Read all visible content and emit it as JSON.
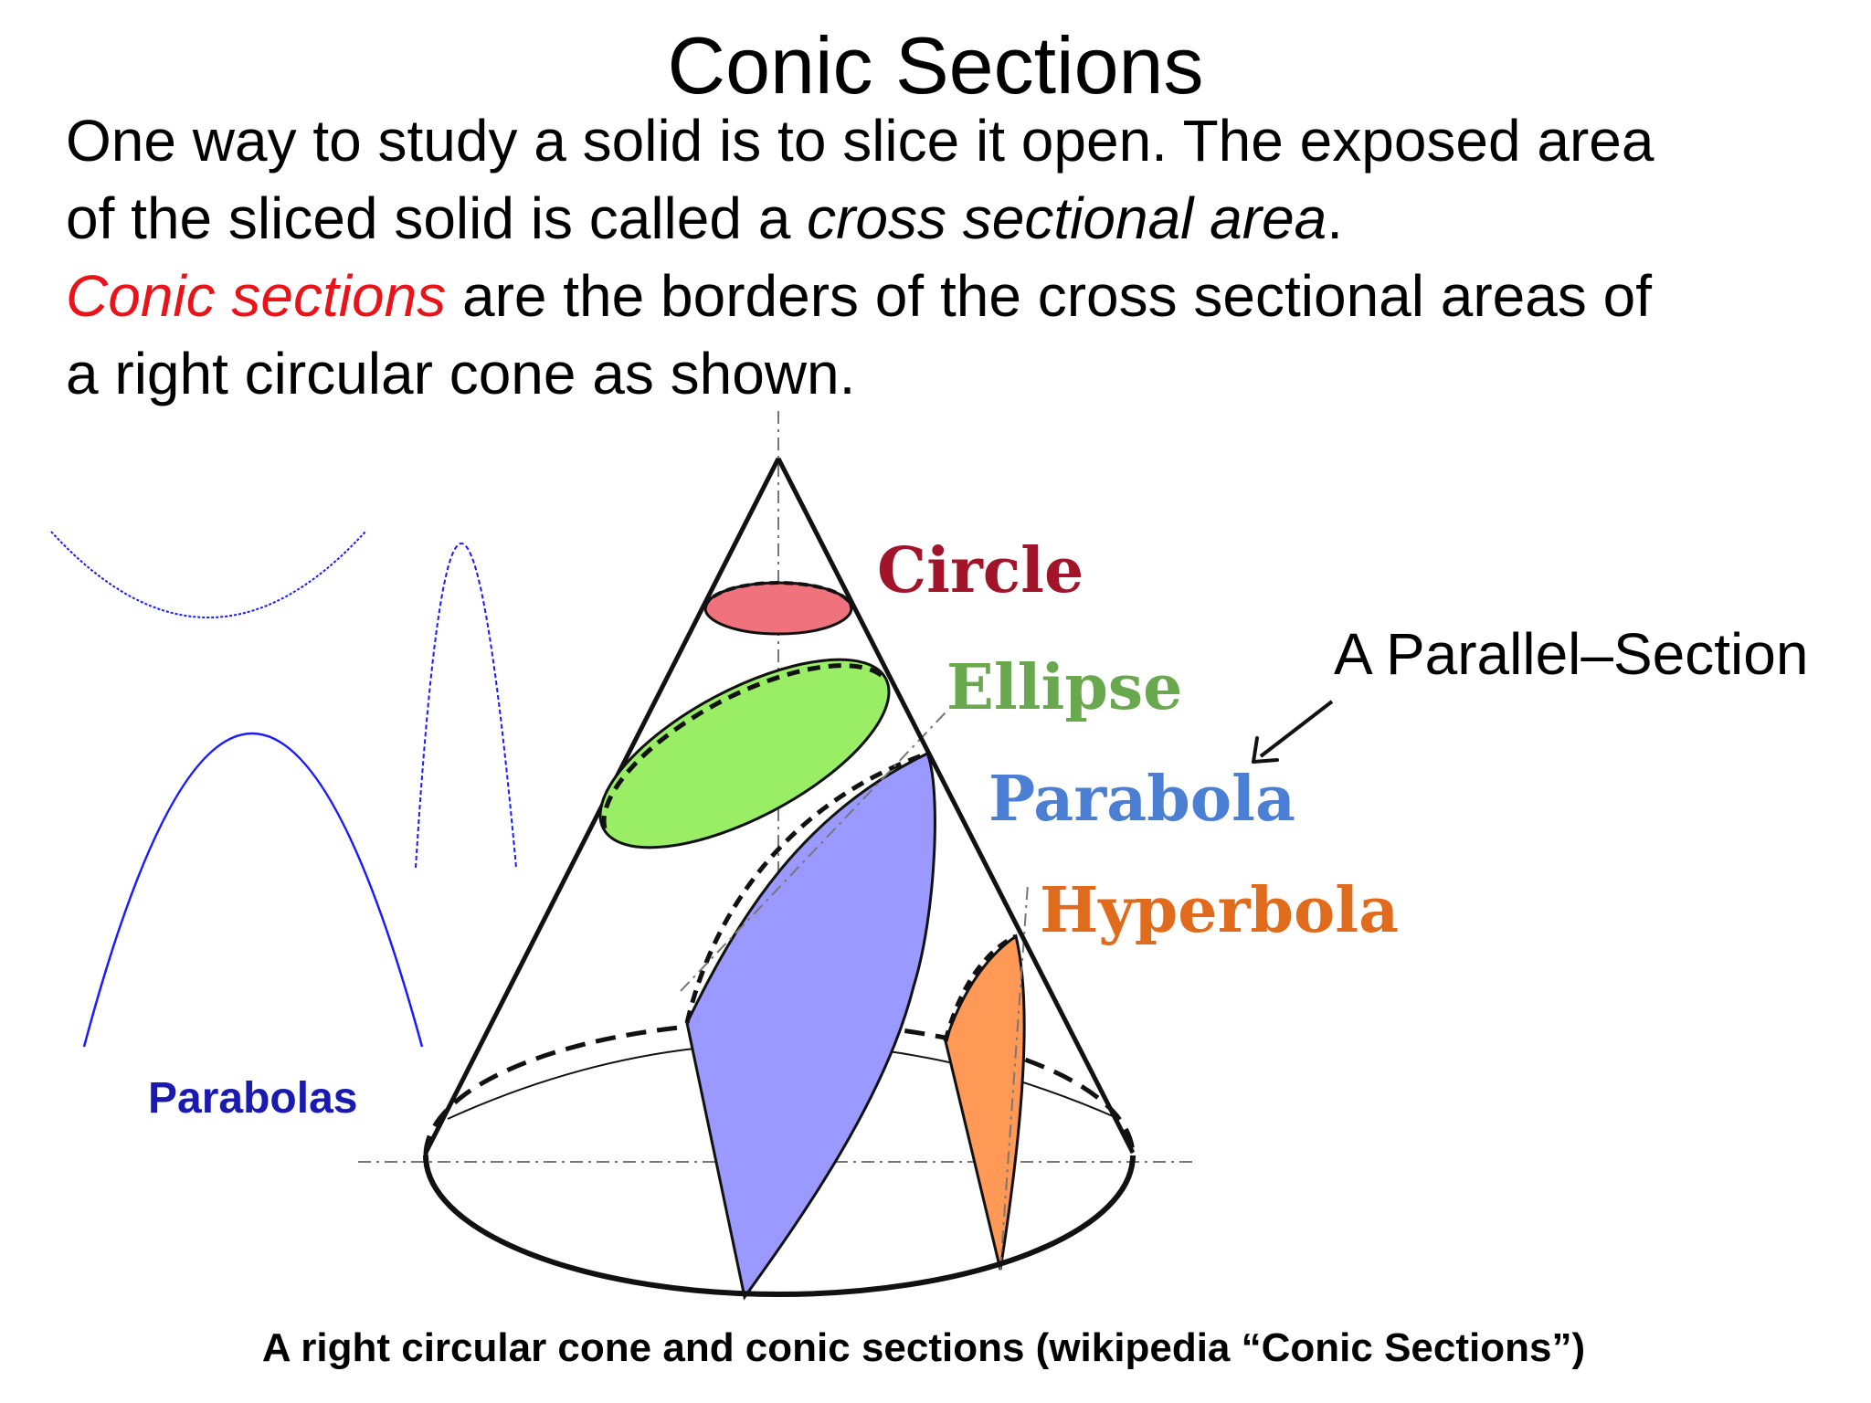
{
  "title": "Conic Sections",
  "intro": {
    "line1": "One way to study a solid is to slice it open. The exposed area",
    "line2_pre": "of the sliced solid is called a ",
    "line2_italic": "cross sectional area",
    "line2_post": ".",
    "line3_red": "Conic sections",
    "line3_post": " are the borders of the cross sectional areas of",
    "line4": "a right circular cone as shown."
  },
  "labels": {
    "circle": "Circle",
    "ellipse": "Ellipse",
    "parabola": "Parabola",
    "hyperbola": "Hyperbola",
    "parallel_section": "A Parallel–Section",
    "parabolas": "Parabolas"
  },
  "caption": "A right circular cone and conic sections (wikipedia “Conic Sections”)",
  "colors": {
    "circle_fill": "#f0727c",
    "circle_text": "#a2142a",
    "ellipse_fill": "#99ee66",
    "ellipse_text": "#6aa84f",
    "parabola_fill": "#9999ff",
    "parabola_text": "#4a7fd4",
    "hyperbola_fill": "#ff9955",
    "hyperbola_text": "#e06b1c",
    "parabolas_text": "#1a1ab0",
    "curve_blue": "#1a1aff",
    "red_text": "#e8141a"
  }
}
